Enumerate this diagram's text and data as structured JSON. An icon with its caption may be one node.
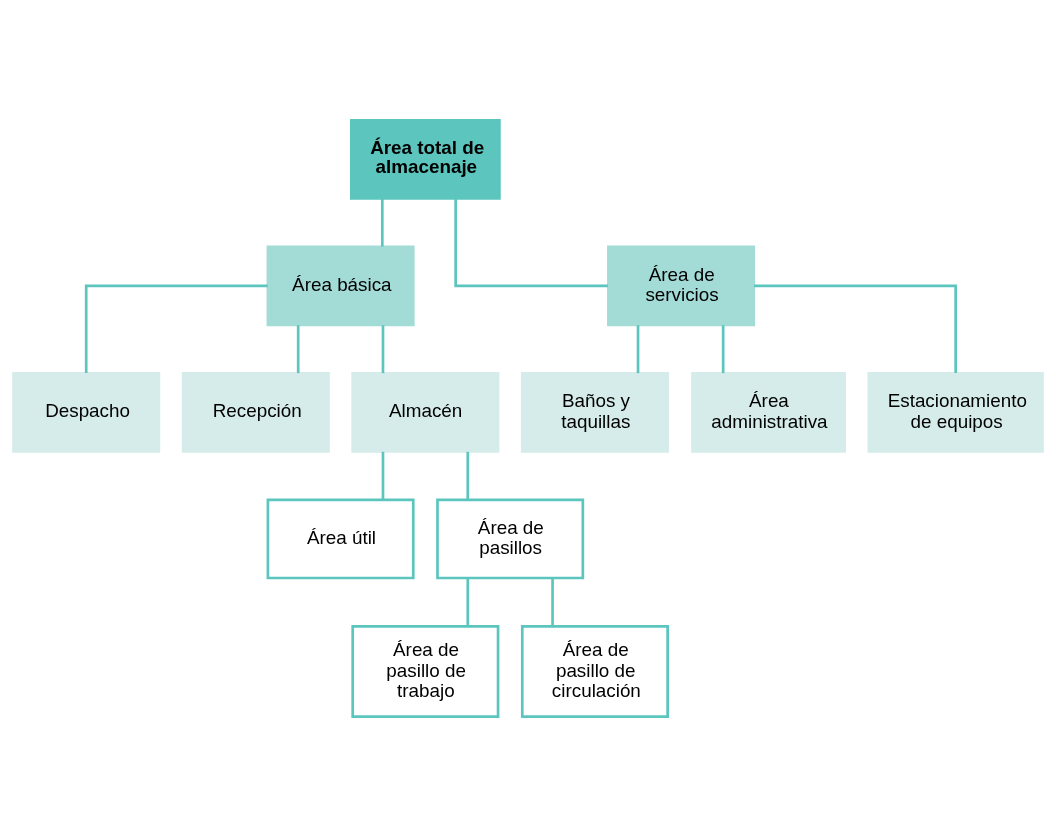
{
  "diagram": {
    "nodes": [
      {
        "text": [
          "Área total de almacenaje"
        ]
      },
      {
        "text": [
          "Área básica"
        ]
      },
      {
        "text": [
          "Área de servicios"
        ]
      },
      {
        "text": [
          "Despacho"
        ]
      },
      {
        "text": [
          "Recepción"
        ]
      },
      {
        "text": [
          "Almacén"
        ]
      },
      {
        "text": [
          "Baños y taquillas"
        ]
      },
      {
        "text": [
          "Área administrativa"
        ]
      },
      {
        "text": [
          "Estacionamiento de equipos"
        ]
      },
      {
        "text": [
          "Área útil"
        ]
      },
      {
        "text": [
          "Área de pasillos"
        ]
      },
      {
        "text": [
          "Área de pasillo de trabajo"
        ]
      },
      {
        "text": [
          "Área de pasillo de circulación"
        ]
      }
    ],
    "edges": [
      {
        "from": 0,
        "to": 1,
        "arrow": "none"
      },
      {
        "from": 0,
        "to": 2,
        "arrow": "none"
      },
      {
        "from": 1,
        "to": 3,
        "arrow": "none"
      },
      {
        "from": 1,
        "to": 4,
        "arrow": "none"
      },
      {
        "from": 1,
        "to": 5,
        "arrow": "none"
      },
      {
        "from": 2,
        "to": 6,
        "arrow": "none"
      },
      {
        "from": 2,
        "to": 7,
        "arrow": "none"
      },
      {
        "from": 2,
        "to": 8,
        "arrow": "none"
      },
      {
        "from": 5,
        "to": 9,
        "arrow": "none"
      },
      {
        "from": 5,
        "to": 10,
        "arrow": "none"
      },
      {
        "from": 10,
        "to": 11,
        "arrow": "none"
      },
      {
        "from": 10,
        "to": 12,
        "arrow": "none"
      }
    ]
  }
}
